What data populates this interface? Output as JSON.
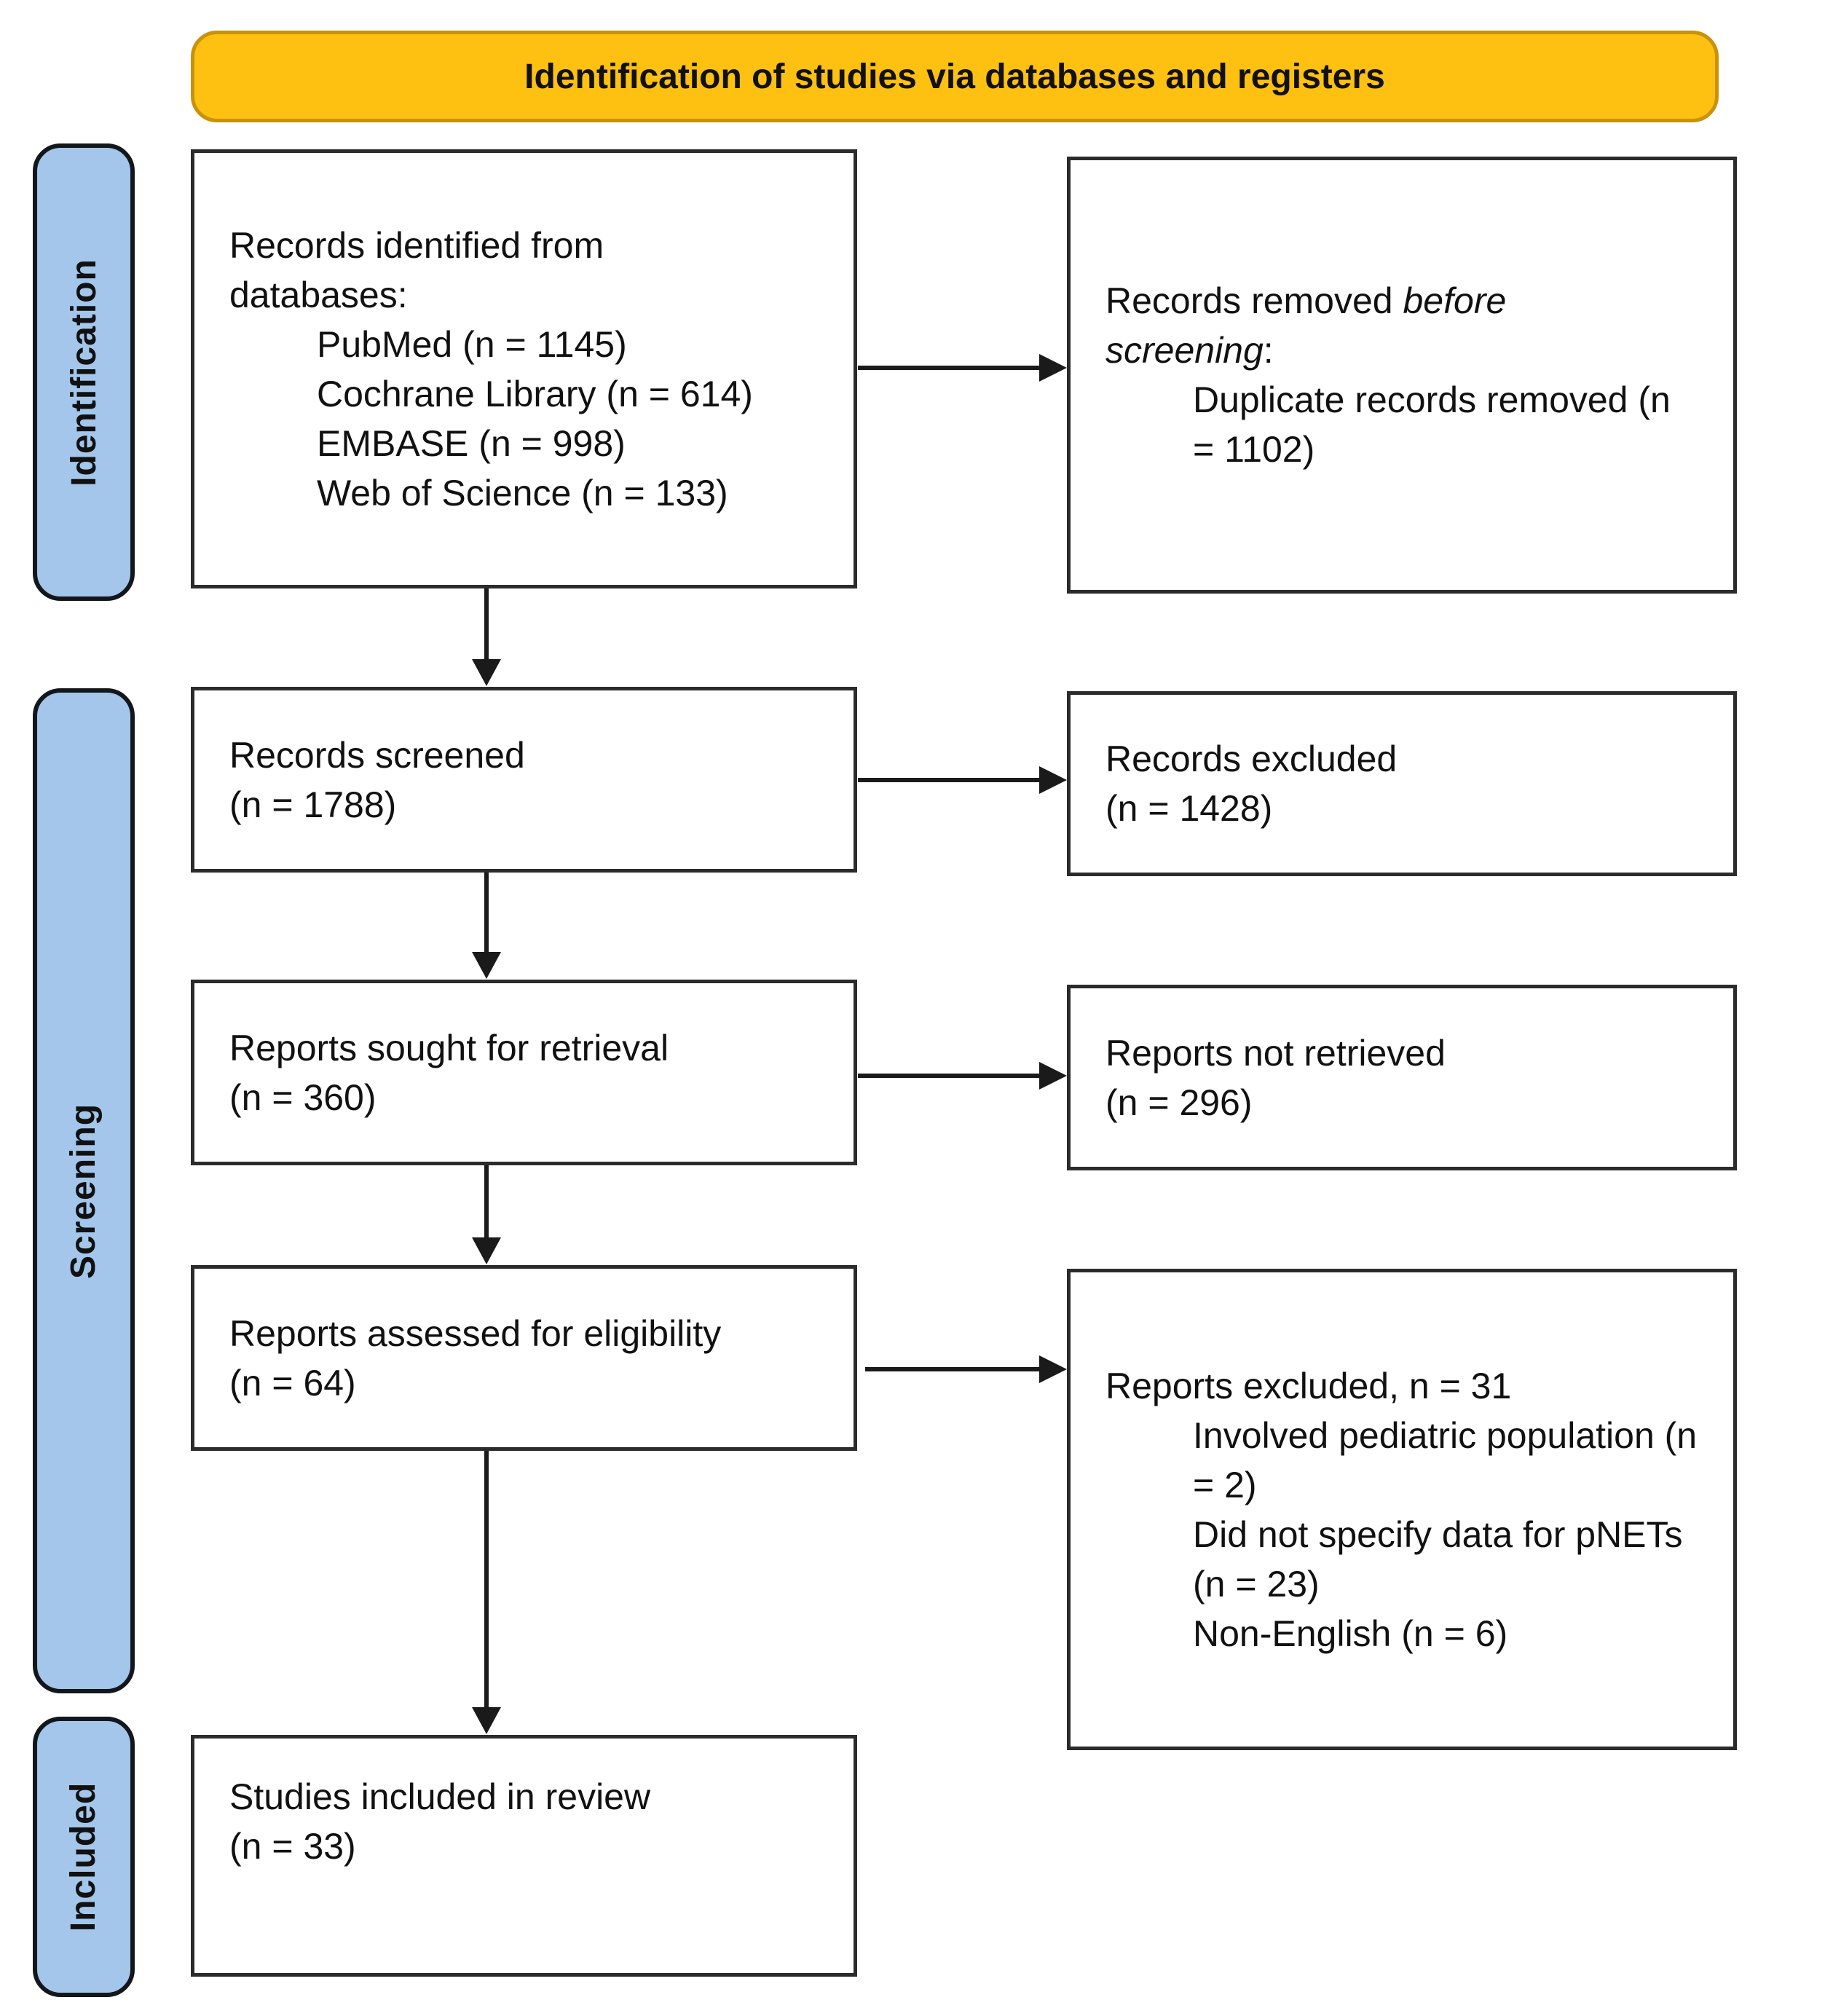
{
  "banner": {
    "title": "Identification of studies via databases and registers"
  },
  "side_labels": [
    {
      "id": "identification",
      "label": "Identification"
    },
    {
      "id": "screening",
      "label": "Screening"
    },
    {
      "id": "included",
      "label": "Included"
    }
  ],
  "boxes": {
    "records_identified": {
      "lines": [
        {
          "indent": 0,
          "segments": [
            {
              "text": "Records identified from"
            }
          ]
        },
        {
          "indent": 0,
          "segments": [
            {
              "text": "databases:"
            }
          ]
        },
        {
          "indent": 1,
          "segments": [
            {
              "text": "PubMed (n = 1145)"
            }
          ]
        },
        {
          "indent": 1,
          "segments": [
            {
              "text": "Cochrane Library (n = 614)"
            }
          ]
        },
        {
          "indent": 1,
          "segments": [
            {
              "text": "EMBASE (n = 998)"
            }
          ]
        },
        {
          "indent": 1,
          "segments": [
            {
              "text": "Web of Science (n = 133)"
            }
          ]
        }
      ]
    },
    "records_removed": {
      "lines": [
        {
          "indent": 0,
          "segments": [
            {
              "text": "Records removed "
            },
            {
              "text": "before",
              "italic": true
            }
          ]
        },
        {
          "indent": 0,
          "segments": [
            {
              "text": "screening",
              "italic": true
            },
            {
              "text": ":"
            }
          ]
        },
        {
          "indent": 1,
          "segments": [
            {
              "text": "Duplicate records removed (n"
            }
          ]
        },
        {
          "indent": 1,
          "segments": [
            {
              "text": "= 1102)"
            }
          ]
        }
      ]
    },
    "records_screened": {
      "lines": [
        {
          "indent": 0,
          "segments": [
            {
              "text": "Records screened"
            }
          ]
        },
        {
          "indent": 0,
          "segments": [
            {
              "text": "(n = 1788)"
            }
          ]
        }
      ]
    },
    "records_excluded": {
      "lines": [
        {
          "indent": 0,
          "segments": [
            {
              "text": "Records excluded"
            }
          ]
        },
        {
          "indent": 0,
          "segments": [
            {
              "text": "(n = 1428)"
            }
          ]
        }
      ]
    },
    "reports_sought": {
      "lines": [
        {
          "indent": 0,
          "segments": [
            {
              "text": "Reports sought for retrieval"
            }
          ]
        },
        {
          "indent": 0,
          "segments": [
            {
              "text": "(n = 360)"
            }
          ]
        }
      ]
    },
    "reports_not_retrieved": {
      "lines": [
        {
          "indent": 0,
          "segments": [
            {
              "text": "Reports not retrieved"
            }
          ]
        },
        {
          "indent": 0,
          "segments": [
            {
              "text": "(n = 296)"
            }
          ]
        }
      ]
    },
    "reports_assessed": {
      "lines": [
        {
          "indent": 0,
          "segments": [
            {
              "text": "Reports assessed for eligibility"
            }
          ]
        },
        {
          "indent": 0,
          "segments": [
            {
              "text": "(n = 64)"
            }
          ]
        }
      ]
    },
    "reports_excluded": {
      "lines": [
        {
          "indent": 0,
          "segments": [
            {
              "text": "Reports excluded, n = 31"
            }
          ]
        },
        {
          "indent": 1,
          "segments": [
            {
              "text": "Involved pediatric population (n"
            }
          ]
        },
        {
          "indent": 1,
          "segments": [
            {
              "text": "= 2)"
            }
          ]
        },
        {
          "indent": 1,
          "segments": [
            {
              "text": "Did not specify data for pNETs"
            }
          ]
        },
        {
          "indent": 1,
          "segments": [
            {
              "text": "(n = 23)"
            }
          ]
        },
        {
          "indent": 1,
          "segments": [
            {
              "text": "Non-English (n = 6)"
            }
          ]
        }
      ]
    },
    "studies_included": {
      "lines": [
        {
          "indent": 0,
          "segments": [
            {
              "text": "Studies included in review"
            }
          ]
        },
        {
          "indent": 0,
          "segments": [
            {
              "text": "(n = 33)"
            }
          ]
        }
      ]
    }
  },
  "colors": {
    "banner_fill": "#FEC011",
    "banner_border": "#C8920B",
    "label_fill": "#A3C6EA",
    "label_border": "#13171C",
    "box_border": "#2B2B2B",
    "arrow": "#1A1A1A",
    "text": "#111111"
  }
}
